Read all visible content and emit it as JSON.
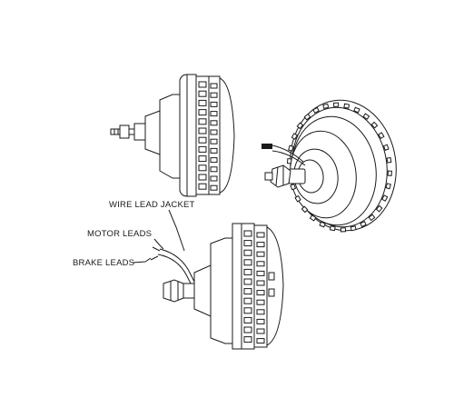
{
  "labels": {
    "wire_lead_jacket": "WIRE LEAD JACKET",
    "motor_leads": "MOTOR LEADS",
    "brake_leads": "BRAKE LEADS"
  },
  "colors": {
    "line": "#1a1a1a",
    "background": "#ffffff"
  }
}
